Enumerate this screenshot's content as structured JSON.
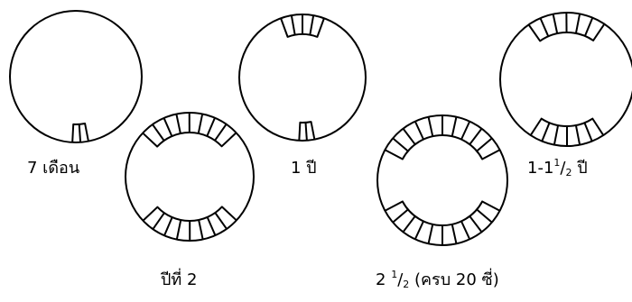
{
  "diagram": {
    "stages": [
      {
        "id": "7m",
        "label": {
          "prefix": "7 เดือน"
        }
      },
      {
        "id": "1y",
        "label": {
          "prefix": "1 ปี"
        }
      },
      {
        "id": "1-1h",
        "label": {
          "prefix": "1-1",
          "num": "1",
          "den": "2",
          "suffix": " ปี"
        }
      },
      {
        "id": "2y",
        "label": {
          "prefix": "ปีที่ 2"
        }
      },
      {
        "id": "2h",
        "label": {
          "prefix": "2 ",
          "num": "1",
          "den": "2",
          "suffix": " (ครบ 20 ซี่)"
        }
      }
    ]
  }
}
